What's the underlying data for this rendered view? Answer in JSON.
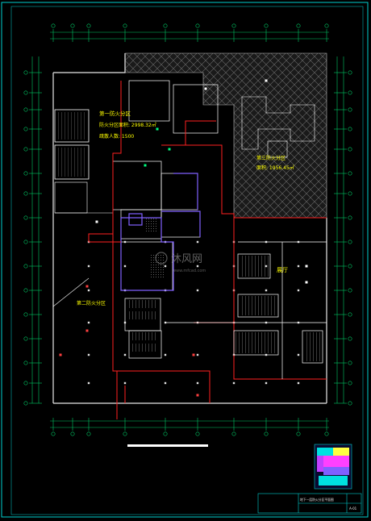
{
  "labels": {
    "fire_zone_1_title": "第一防火分区",
    "fire_zone_1_area": "防火分区面积: 2998.32㎡",
    "fire_zone_1_occupancy": "疏散人数: 1500",
    "fire_zone_2": "第二防火分区",
    "fire_zone_3_title": "第三防火分区",
    "fire_zone_3_area": "面积: 1956.45㎡",
    "hall_label": "展厅",
    "watermark_text": "沐风网",
    "watermark_url": "www.mfcad.com",
    "title_block_drawing_name": "地下一层防火分区平面图",
    "title_block_number": "A-01"
  },
  "colors": {
    "background": "#000000",
    "axis_lines": "#00c864",
    "frame": "#00d0d0",
    "walls": "#e8e8e8",
    "fire_line": "#ff2020",
    "partition": "#8060ff",
    "text": "#ffff00",
    "hatch": "#c0c0c0"
  },
  "icons": [
    "watermark-logo-icon",
    "north-arrow-icon"
  ]
}
